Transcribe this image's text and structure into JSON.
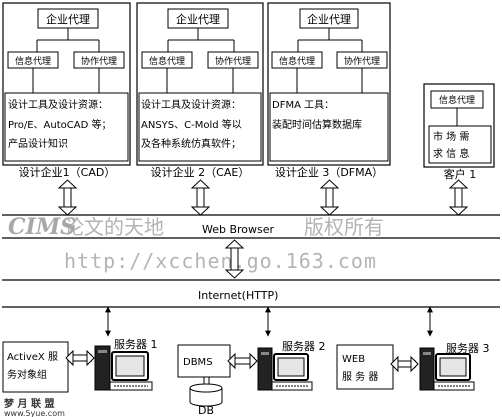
{
  "companies": [
    {
      "agent_label": "企业代理",
      "info_agent_label": "信息代理",
      "collab_agent_label": "协作代理",
      "resources_lines": [
        "设计工具及设计资源：",
        "Pro/E、AutoCAD 等；",
        "产品设计知识"
      ],
      "caption": "设计企业1（CAD）"
    },
    {
      "agent_label": "企业代理",
      "info_agent_label": "信息代理",
      "collab_agent_label": "协作代理",
      "resources_lines": [
        "设计工具及设计资源：",
        "ANSYS、C-Mold 等以",
        "及各种系统仿真软件；"
      ],
      "caption": "设计企业 2（CAE）"
    },
    {
      "agent_label": "企业代理",
      "info_agent_label": "信息代理",
      "collab_agent_label": "协作代理",
      "resources_lines": [
        "DFMA 工具：",
        "装配时间估算数据库"
      ],
      "caption": "设计企业 3（DFMA）"
    }
  ],
  "customer": {
    "info_agent_label": "信息代理",
    "demand_lines": [
      "市 场 需",
      "求 信 息"
    ],
    "caption": "客户 1"
  },
  "web_browser_label": "Web Browser",
  "internet_label": "Internet(HTTP)",
  "servers": [
    {
      "side_lines": [
        "ActiveX 服",
        "务对象组"
      ],
      "label": "服务器 1"
    },
    {
      "side_lines": [
        "DBMS"
      ],
      "db_label": "DB",
      "label": "服务器 2"
    },
    {
      "side_lines": [
        "WEB",
        "服 务 器"
      ],
      "label": "服务器 3"
    }
  ],
  "watermarks": {
    "title_prefix": "CIMS",
    "title_rest": "论文的天地",
    "rights": "版权所有",
    "url": "http://xcchen.go.163.com",
    "site_bottom": "www.5yue.com",
    "brand_bottom": "梦 月 联 盟"
  },
  "colors": {
    "line": "#000000",
    "watermark": "#9a9a9a",
    "background": "#ffffff"
  }
}
